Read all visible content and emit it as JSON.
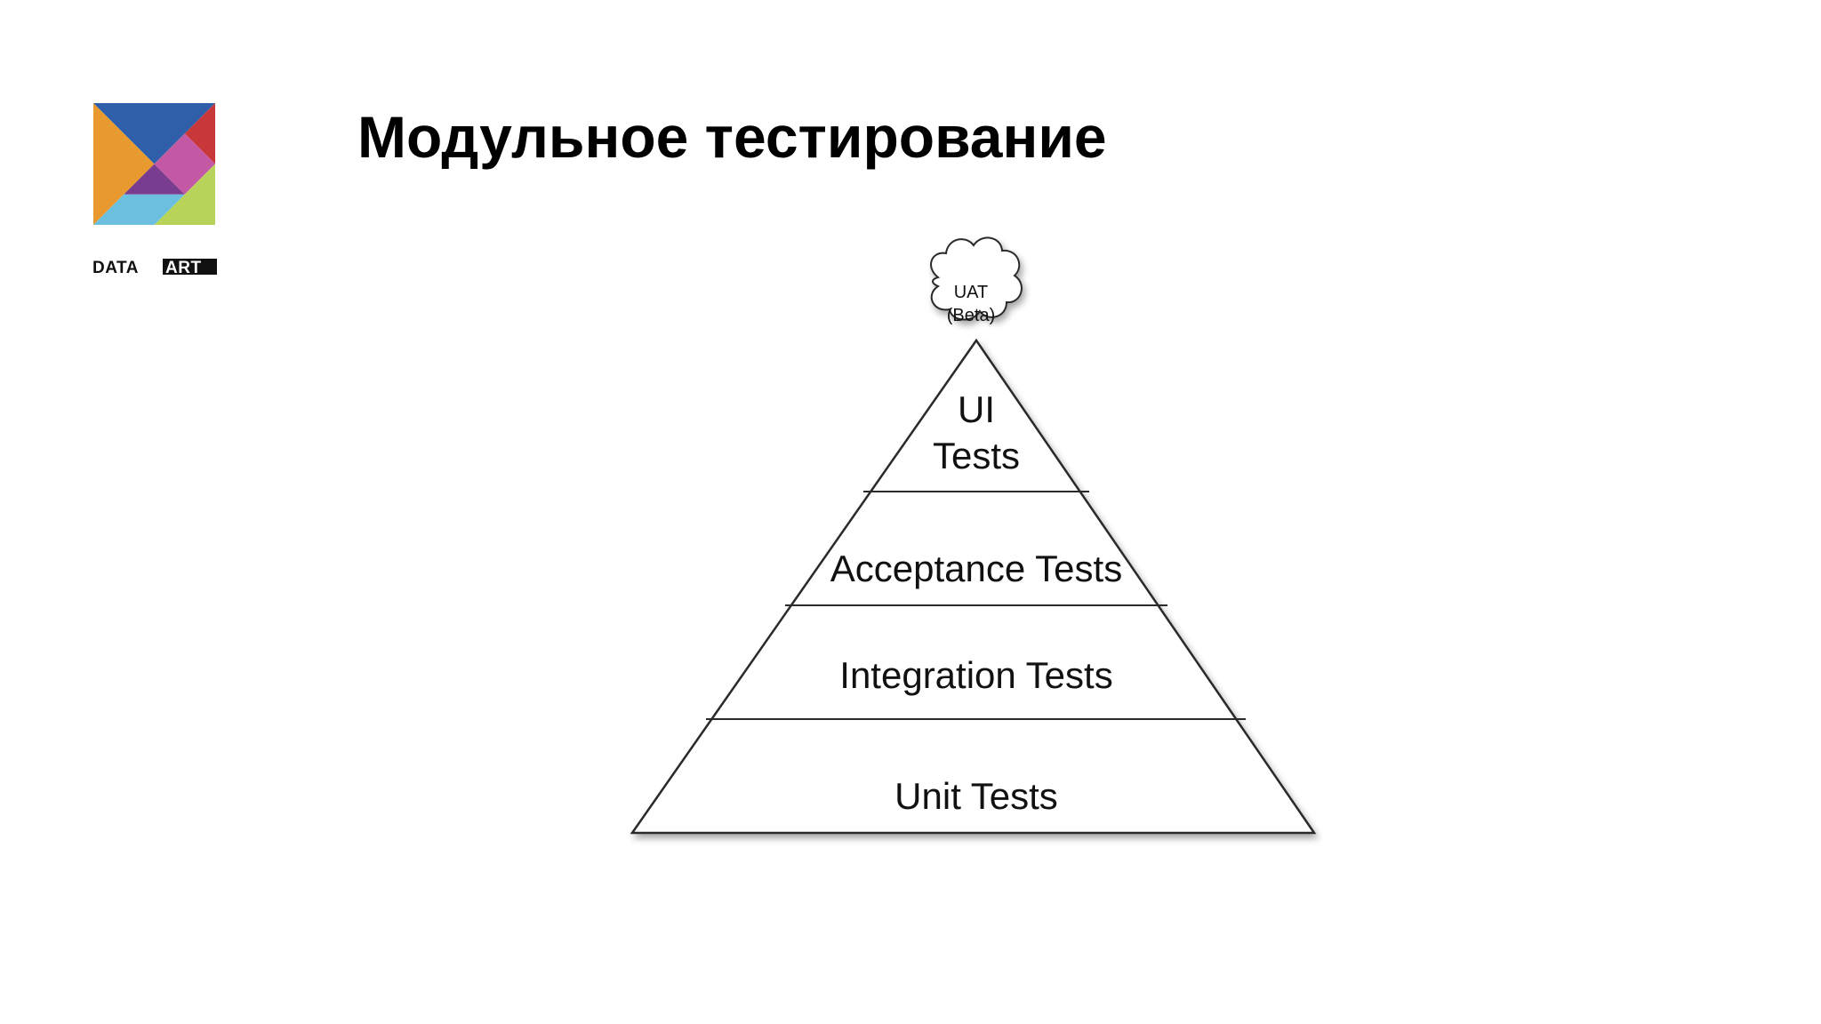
{
  "title": "Модульное тестирование",
  "brand": {
    "name_part1": "DATA",
    "name_part2": "ART",
    "logo_colors": {
      "blue": "#2e5fa8",
      "orange": "#e89a30",
      "red": "#c8373a",
      "pink": "#c45aa6",
      "purple": "#7a3c8e",
      "light_blue": "#6dbfe0",
      "green": "#b8d35a"
    }
  },
  "pyramid": {
    "cloud_label_line1": "UAT",
    "cloud_label_line2": "(Beta)",
    "layers": [
      {
        "line1": "UI",
        "line2": "Tests"
      },
      {
        "label": "Acceptance Tests"
      },
      {
        "label": "Integration Tests"
      },
      {
        "label": "Unit Tests"
      }
    ]
  }
}
